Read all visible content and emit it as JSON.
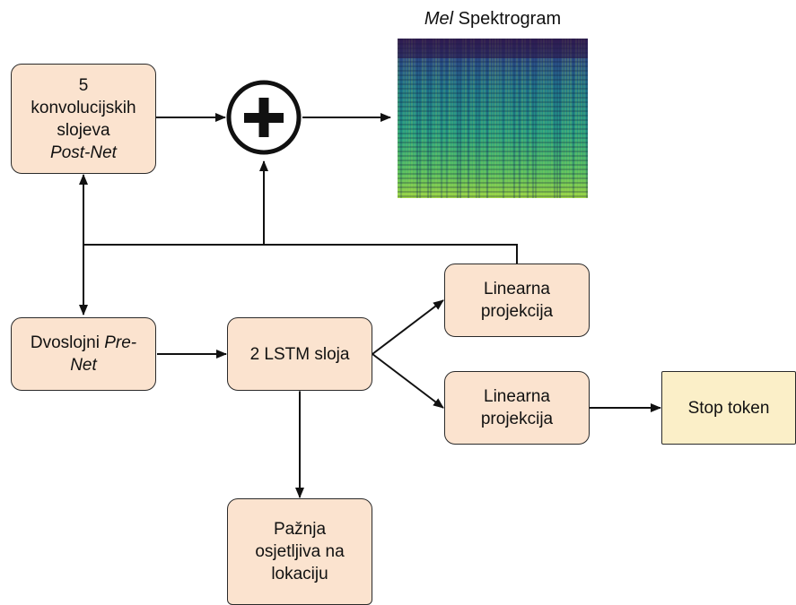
{
  "spectrogram": {
    "title_italic": "Mel",
    "title_rest": " Spektrogram"
  },
  "postnet": {
    "line1": "5",
    "line2": "konvolucijskih",
    "line3": "slojeva",
    "line4": "Post-Net"
  },
  "prenet": {
    "text": "Dvoslojni ",
    "text_italic_1": "Pre-",
    "text_italic_2": "Net"
  },
  "lstm": {
    "label": "2 LSTM sloja"
  },
  "linear_top": {
    "line1": "Linearna",
    "line2": "projekcija"
  },
  "linear_bottom": {
    "line1": "Linearna",
    "line2": "projekcija"
  },
  "stop": {
    "label": "Stop token"
  },
  "attention": {
    "line1": "Pažnja",
    "line2": "osjetljiva na",
    "line3": "lokaciju"
  },
  "colors": {
    "box_fill": "#fbe3cf",
    "stop_fill": "#fbefc8",
    "stroke": "#2a2a2a"
  }
}
